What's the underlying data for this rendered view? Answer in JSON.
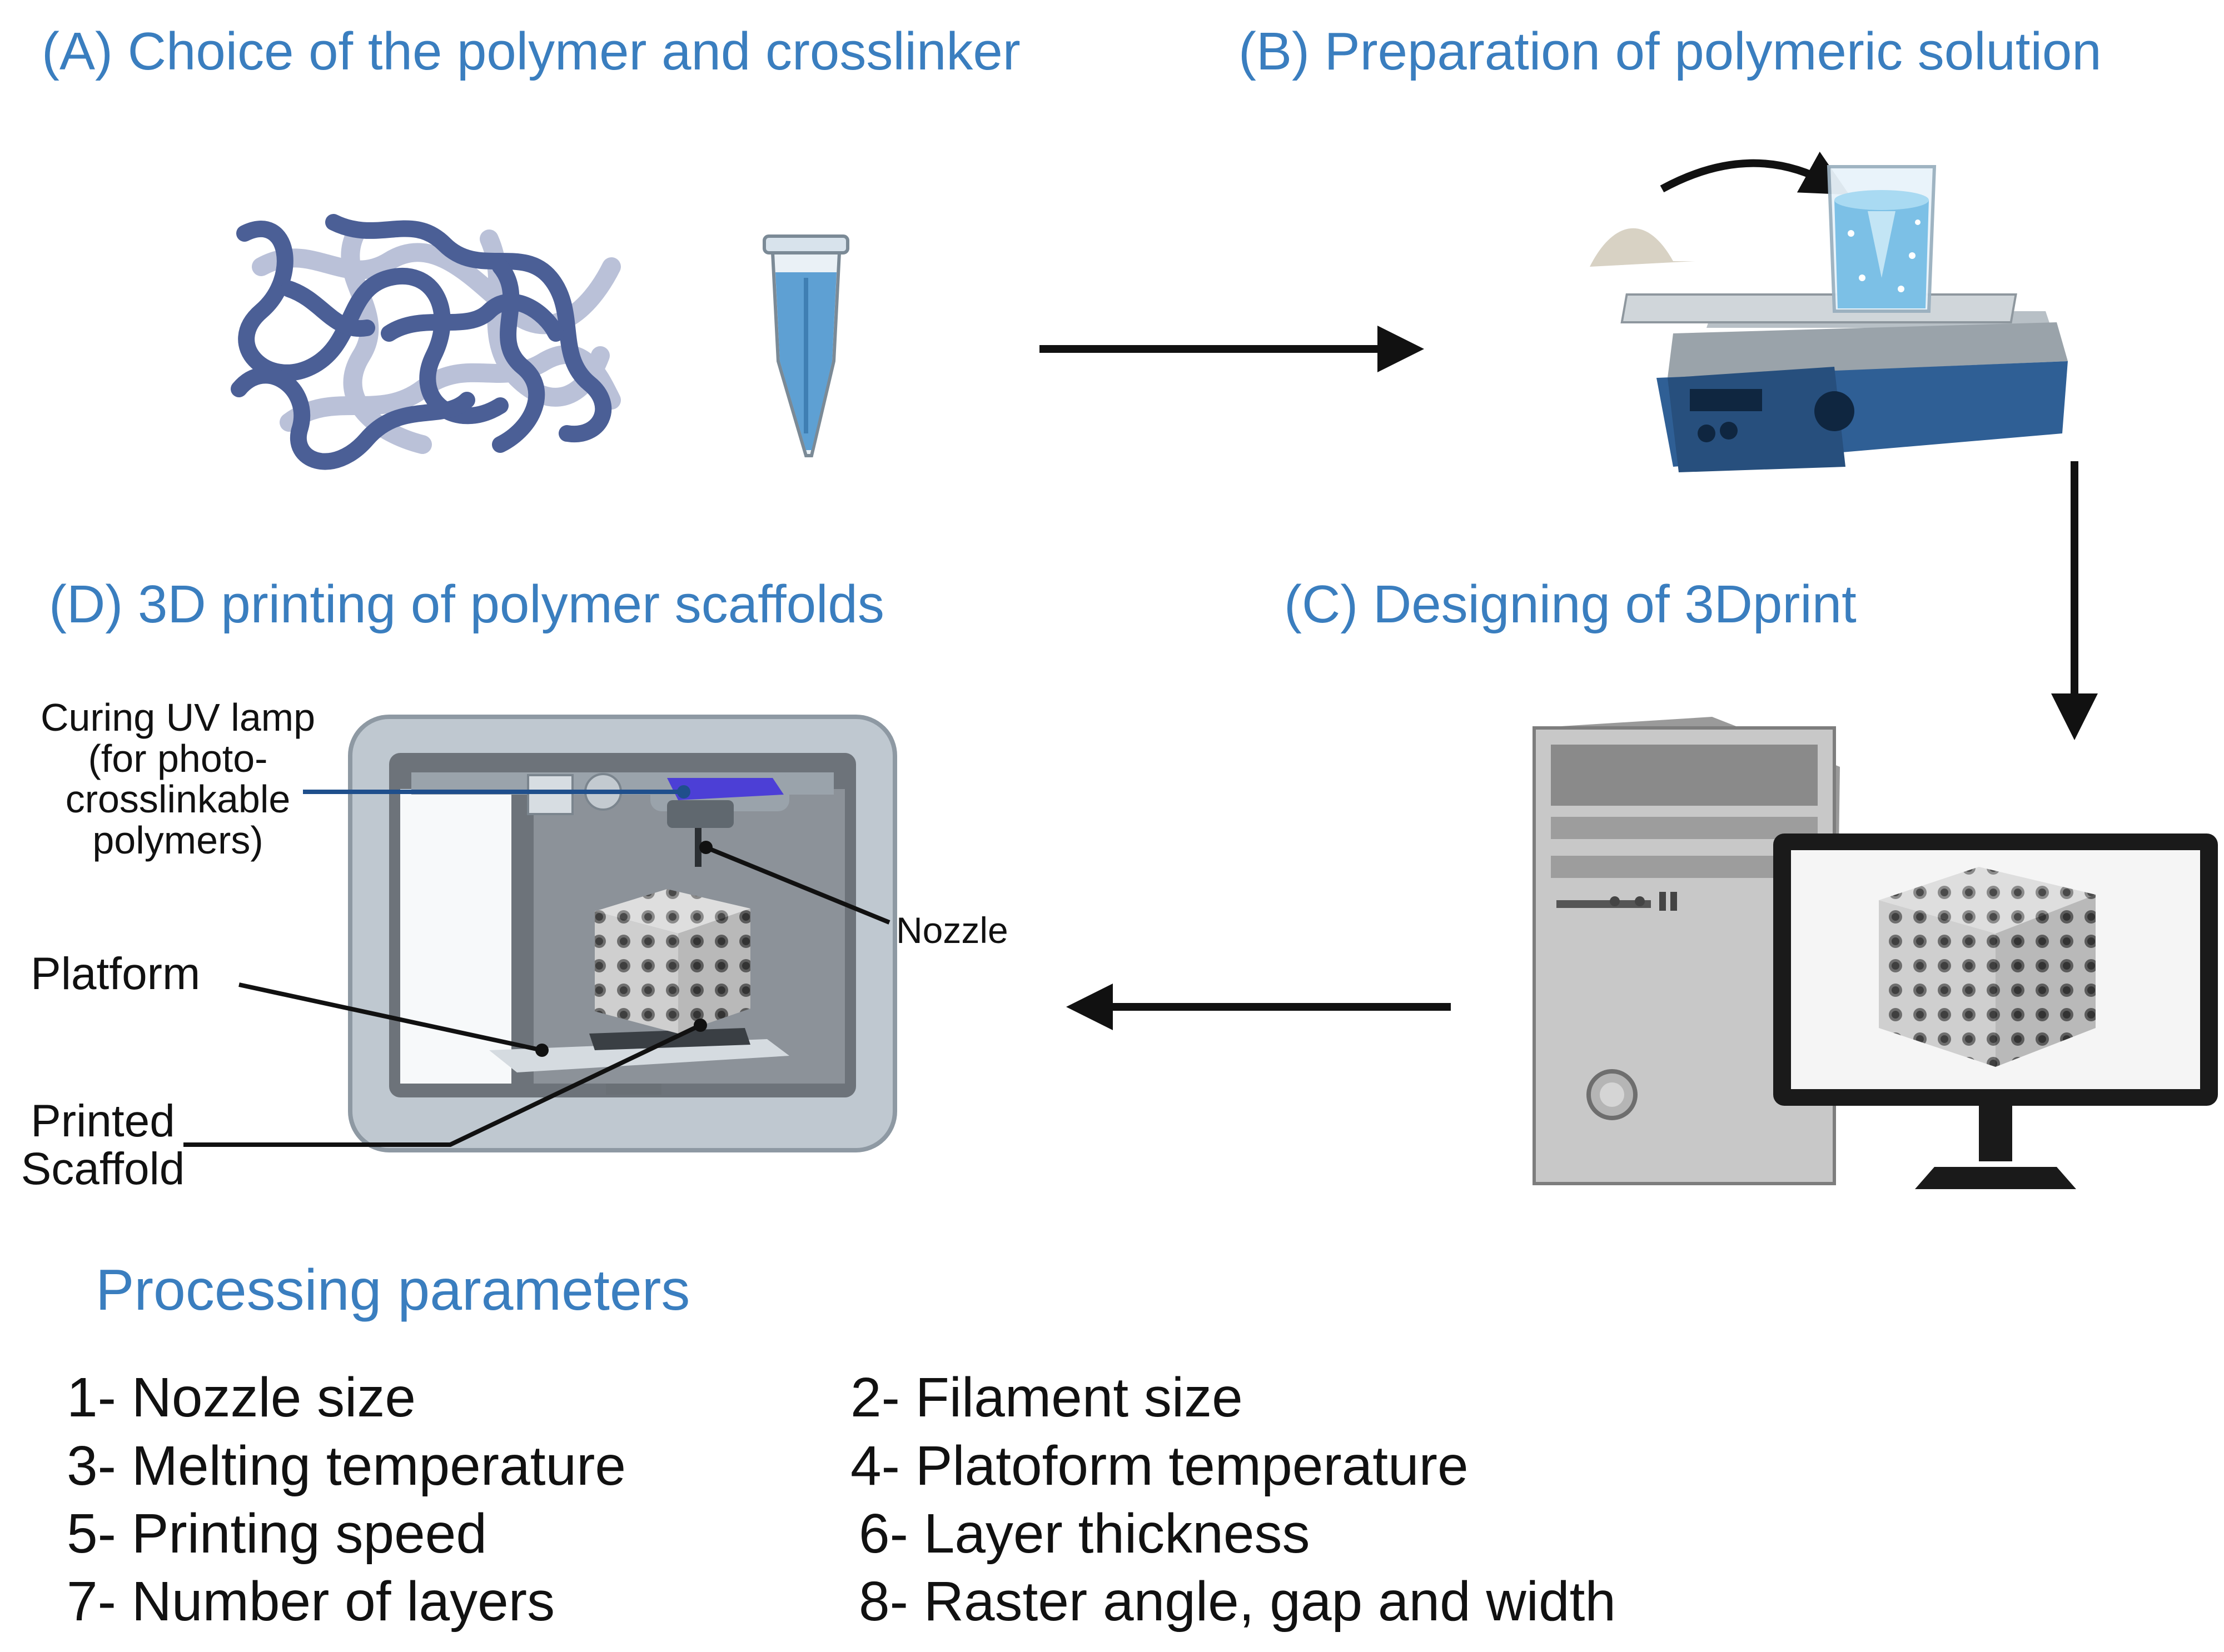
{
  "steps": {
    "a": "(A) Choice of the polymer and  crosslinker",
    "b": "(B) Preparation of polymeric solution",
    "c": "(C) Designing of 3Dprint",
    "d": "(D) 3D printing of polymer scaffolds"
  },
  "printer_labels": {
    "uv_lamp_1": "Curing UV lamp",
    "uv_lamp_2": "(for photo-",
    "uv_lamp_3": "crosslinkable",
    "uv_lamp_4": "polymers)",
    "nozzle": "Nozzle",
    "platform": "Platform",
    "scaffold_1": "Printed",
    "scaffold_2": "Scaffold"
  },
  "parameters": {
    "title": "Processing parameters",
    "items": [
      "1- Nozzle size",
      "2- Filament size",
      "3- Melting temperature",
      "4- Platoform temperature",
      "5- Printing speed",
      "6- Layer thickness",
      "7- Number of layers",
      "8- Raster angle, gap and width"
    ]
  },
  "colors": {
    "title_blue": "#3a7ebf",
    "polymer_dark": "#4b5f96",
    "polymer_light": "#a9b2cf",
    "stirrer_blue": "#2e5d91",
    "arrow": "#111111"
  }
}
